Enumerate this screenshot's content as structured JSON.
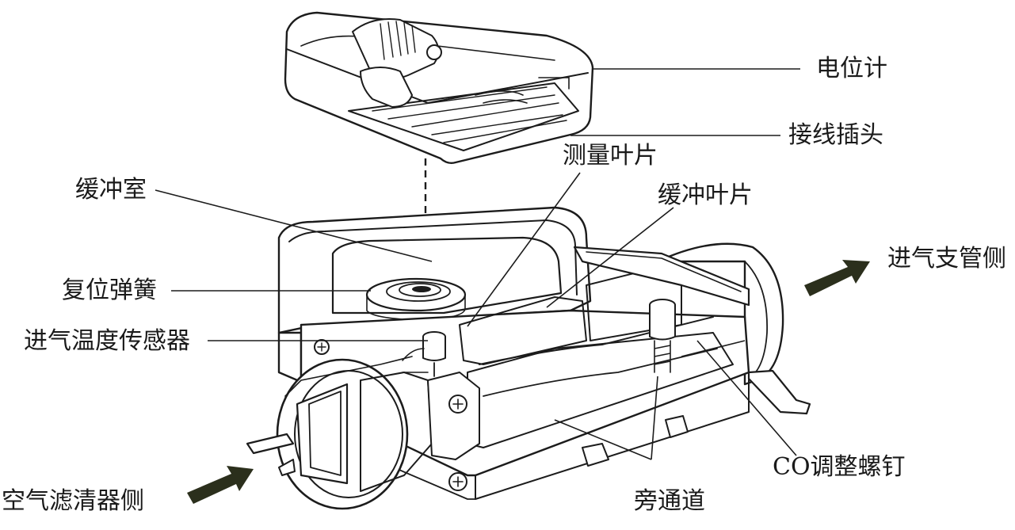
{
  "labels": {
    "potentiometer": "电位计",
    "connector_plug": "接线插头",
    "measuring_vane": "测量叶片",
    "damping_chamber": "缓冲室",
    "damping_vane": "缓冲叶片",
    "intake_manifold_side": "进气支管侧",
    "return_spring": "复位弹簧",
    "intake_air_temp_sensor": "进气温度传感器",
    "air_filter_side": "空气滤清器侧",
    "co_adjust_screw": "CO调整螺钉",
    "bypass_channel": "旁通道"
  },
  "colors": {
    "ink": "#1c1c1c",
    "arrow": "#2b2f1c",
    "background": "#ffffff"
  }
}
